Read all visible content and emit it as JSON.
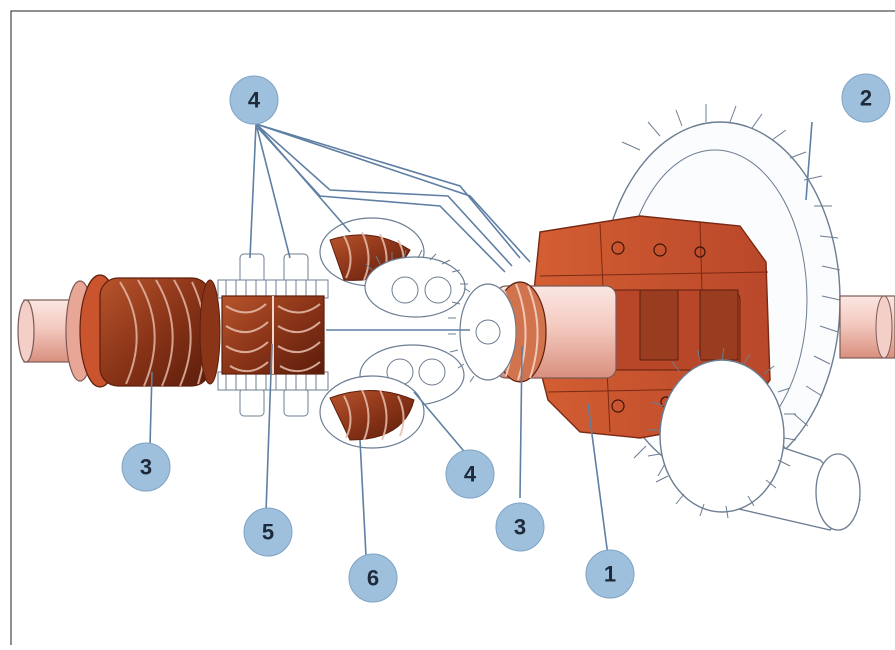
{
  "diagram": {
    "colors": {
      "housing": "#c9542e",
      "housing_dark": "#8f3018",
      "gear_brown": "#9a4020",
      "gear_dark": "#5e1e0c",
      "shaft_light": "#f6d7d0",
      "shaft_mid": "#e9b2a6",
      "outline": "#6c7d92",
      "leader_line": "#5f7fa3",
      "callout_fill": "#9fc0dc",
      "callout_text": "#1e2a3a",
      "ring_gear_fill": "#fbfcfd"
    },
    "callouts": [
      {
        "id": "callout-4-top",
        "label": "4"
      },
      {
        "id": "callout-2",
        "label": "2"
      },
      {
        "id": "callout-3-left",
        "label": "3"
      },
      {
        "id": "callout-4-bottom",
        "label": "4"
      },
      {
        "id": "callout-5",
        "label": "5"
      },
      {
        "id": "callout-3-right",
        "label": "3"
      },
      {
        "id": "callout-6",
        "label": "6"
      },
      {
        "id": "callout-1",
        "label": "1"
      }
    ]
  }
}
